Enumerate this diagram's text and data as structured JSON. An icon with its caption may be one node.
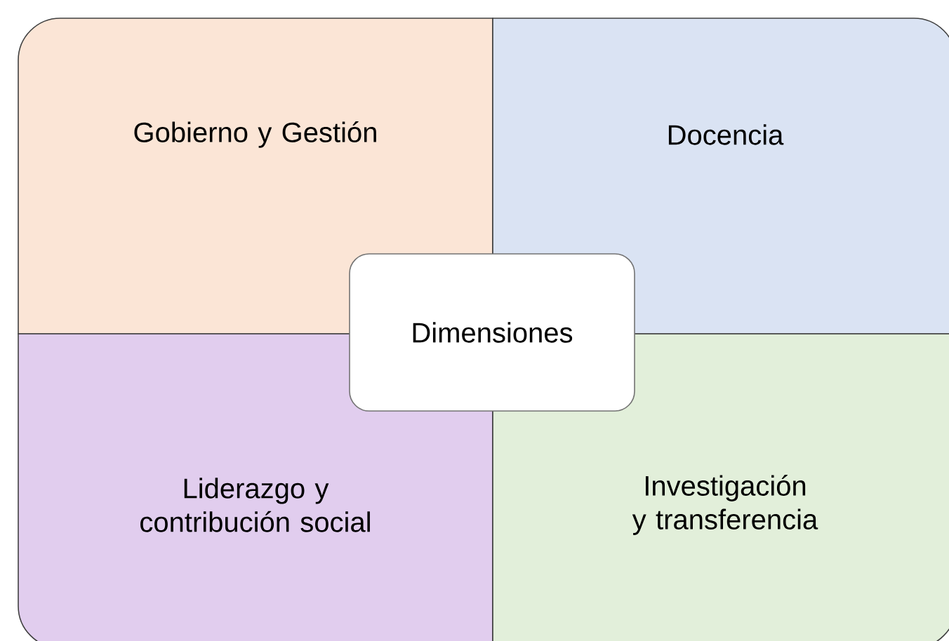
{
  "diagram": {
    "nodes": [
      {
        "text": [
          "Gobierno y Gestión"
        ]
      },
      {
        "text": [
          "Docencia"
        ]
      },
      {
        "text": [
          "Liderazgo y contribución social"
        ]
      },
      {
        "text": [
          "Investigación y transferencia"
        ]
      },
      {
        "text": [
          "Dimensiones"
        ]
      }
    ]
  }
}
